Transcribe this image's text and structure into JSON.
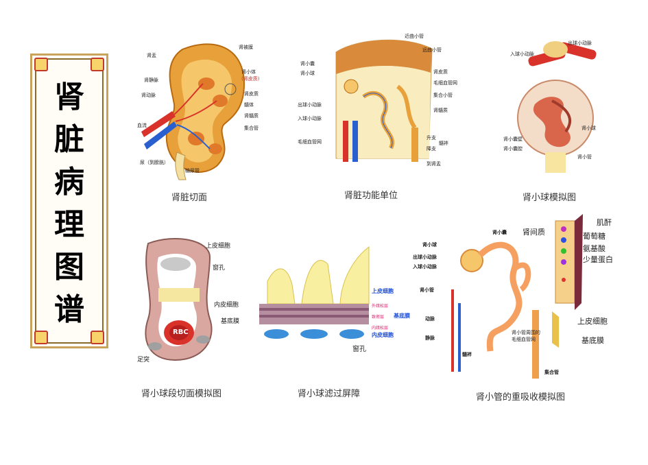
{
  "title_chars": [
    "肾",
    "脏",
    "病",
    "理",
    "图",
    "谱"
  ],
  "colors": {
    "frame_gold": "#c9a35a",
    "kidney_orange": "#e8a03a",
    "artery_red": "#d8322a",
    "vein_blue": "#2a5fd0",
    "yellow_fill": "#f8f0a0"
  },
  "panels": {
    "kidney": {
      "caption": "肾脏切面",
      "labels": {
        "capsule": "肾被膜",
        "corpuscle": "肾小体",
        "corpuscle_note": "(肾皮质)",
        "sinus": "肾盂",
        "renal_vein": "肾静脉",
        "renal_artery": "肾动脉",
        "blood_flow": "血流",
        "cortex": "肾皮质",
        "column": "髓体",
        "medulla": "肾髓质",
        "collecting": "集合管",
        "ureter": "尿（到膀胱）",
        "ureter2": "输尿管"
      }
    },
    "nephron": {
      "caption": "肾脏功能单位",
      "labels": {
        "distal": "近曲小管",
        "proximal": "远曲小管",
        "cortex": "肾皮质",
        "capsule": "肾小囊",
        "glomerulus": "肾小球",
        "capillary_net": "毛细血管网",
        "collecting": "集合小管",
        "medulla": "肾髓质",
        "efferent": "出球小动脉",
        "afferent": "入球小动脉",
        "capillary": "毛细血管网",
        "descending": "升支",
        "loop": "髓袢",
        "ascending": "降支",
        "pelvis": "到肾盂"
      }
    },
    "glomerulus": {
      "caption": "肾小球模拟图",
      "labels": {
        "efferent": "出球小动脉",
        "afferent": "入球小动脉",
        "capsule": "肾小囊壁",
        "glomerulus": "肾小球",
        "cavity": "肾小囊腔",
        "tubule": "肾小管"
      }
    },
    "segment": {
      "caption": "肾小球段切面模拟图",
      "labels": {
        "epithelium": "上皮细胞",
        "pore": "窗孔",
        "endothelium": "内皮细胞",
        "basement": "基底膜",
        "rbc": "RBC",
        "foot": "足突"
      }
    },
    "barrier": {
      "caption": "肾小球滤过屏障",
      "labels": {
        "epithelium": "上皮细胞",
        "outer": "外疏松层",
        "dense": "致密层",
        "inner": "内疏松层",
        "basement": "基底膜",
        "endothelium": "内皮细胞",
        "pore": "窗孔"
      }
    },
    "reabsorption": {
      "caption": "肾小管的重吸收模拟图",
      "labels": {
        "capsule": "肾小囊",
        "interstitium": "肾间质",
        "glomerulus": "肾小球",
        "efferent": "出球小动脉",
        "afferent": "入球小动脉",
        "tubule": "肾小管",
        "artery": "动脉",
        "vein": "静脉",
        "capillary": "肾小管周围的",
        "capillary2": "毛细血管网",
        "loop": "髓袢",
        "collecting": "集合管",
        "creatinine": "肌酐",
        "glucose": "葡萄糖",
        "amino": "氨基酸",
        "protein": "少量蛋白",
        "epithelium": "上皮细胞",
        "basement": "基底膜"
      }
    }
  }
}
